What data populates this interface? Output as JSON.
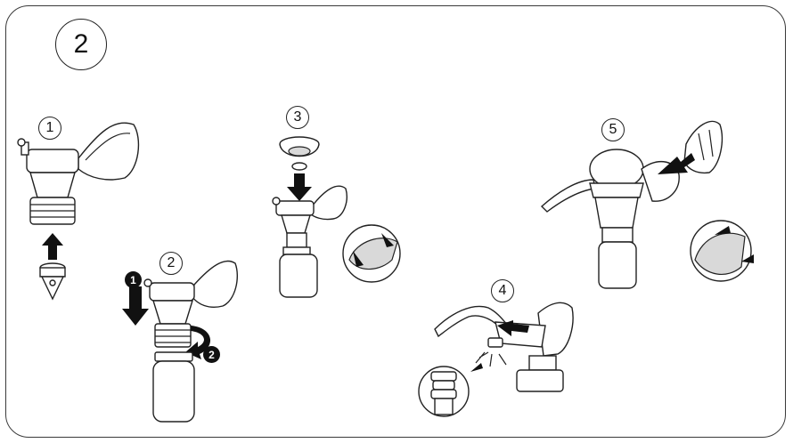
{
  "figure": {
    "section_number": "2",
    "steps": [
      {
        "number": "1"
      },
      {
        "number": "2",
        "sub_steps": [
          "1",
          "2"
        ]
      },
      {
        "number": "3"
      },
      {
        "number": "4"
      },
      {
        "number": "5"
      }
    ]
  },
  "colors": {
    "stroke": "#222222",
    "arrow_fill": "#111111",
    "background": "#ffffff"
  }
}
